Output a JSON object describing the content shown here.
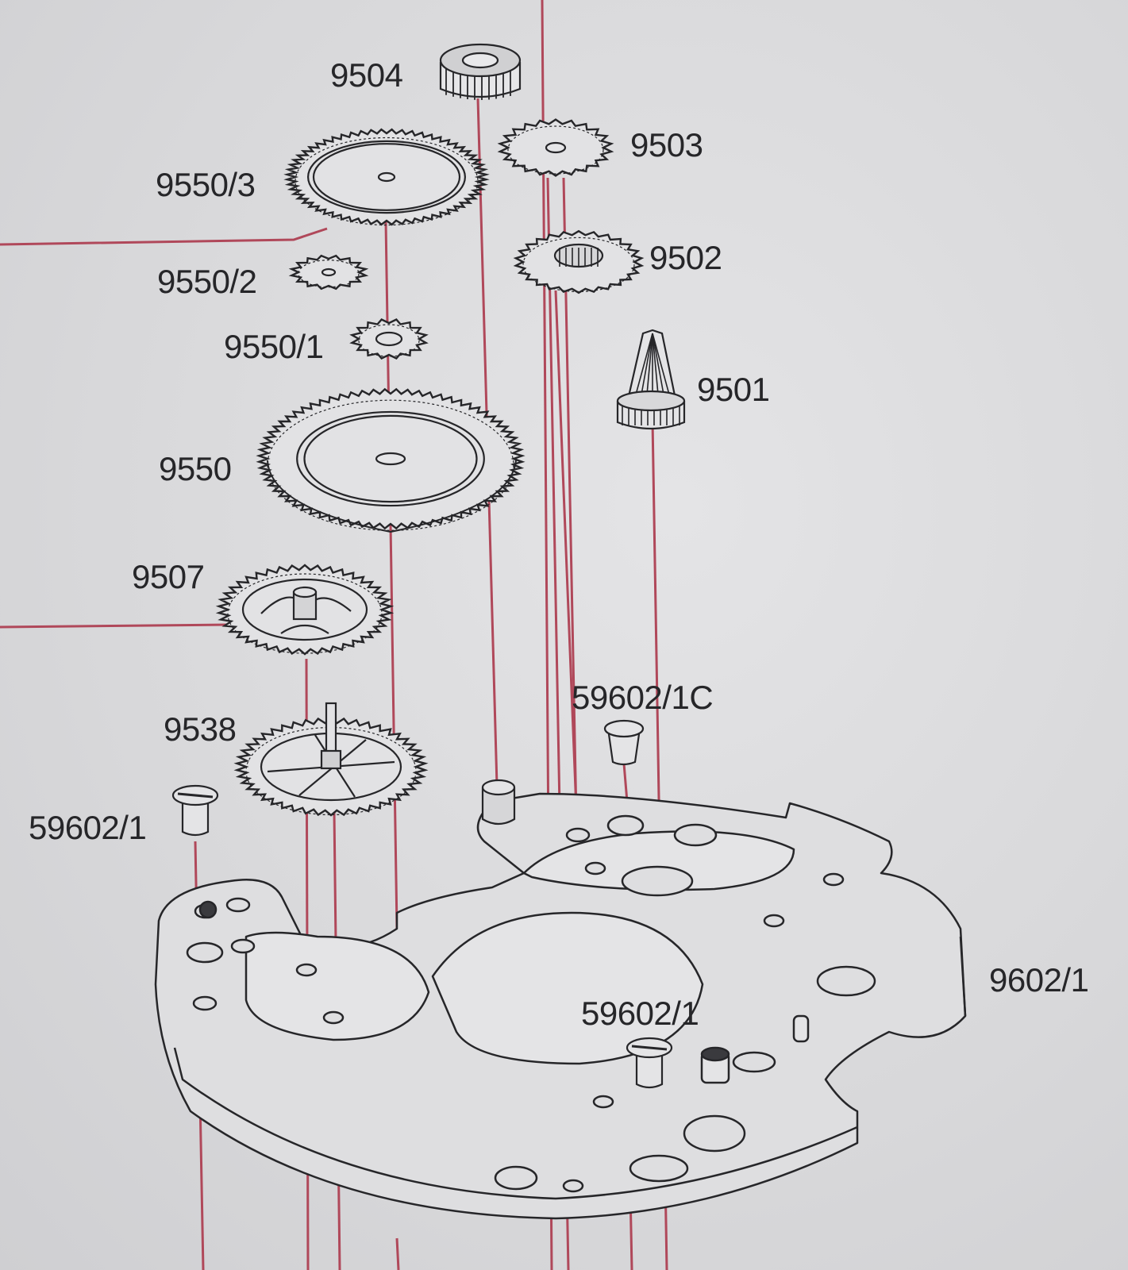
{
  "colors": {
    "paper": "#dcdcde",
    "ink": "#262629",
    "leader": "#b0485a"
  },
  "parts": [
    {
      "id": "9504",
      "label": "9504"
    },
    {
      "id": "9503",
      "label": "9503"
    },
    {
      "id": "9550-3",
      "label": "9550/3"
    },
    {
      "id": "9502",
      "label": "9502"
    },
    {
      "id": "9550-2",
      "label": "9550/2"
    },
    {
      "id": "9550-1",
      "label": "9550/1"
    },
    {
      "id": "9501",
      "label": "9501"
    },
    {
      "id": "9550",
      "label": "9550"
    },
    {
      "id": "9507",
      "label": "9507"
    },
    {
      "id": "59602-1c",
      "label": "59602/1C"
    },
    {
      "id": "9538",
      "label": "9538"
    },
    {
      "id": "59602-1-left",
      "label": "59602/1"
    },
    {
      "id": "9602-1",
      "label": "9602/1"
    },
    {
      "id": "59602-1-right",
      "label": "59602/1"
    }
  ]
}
